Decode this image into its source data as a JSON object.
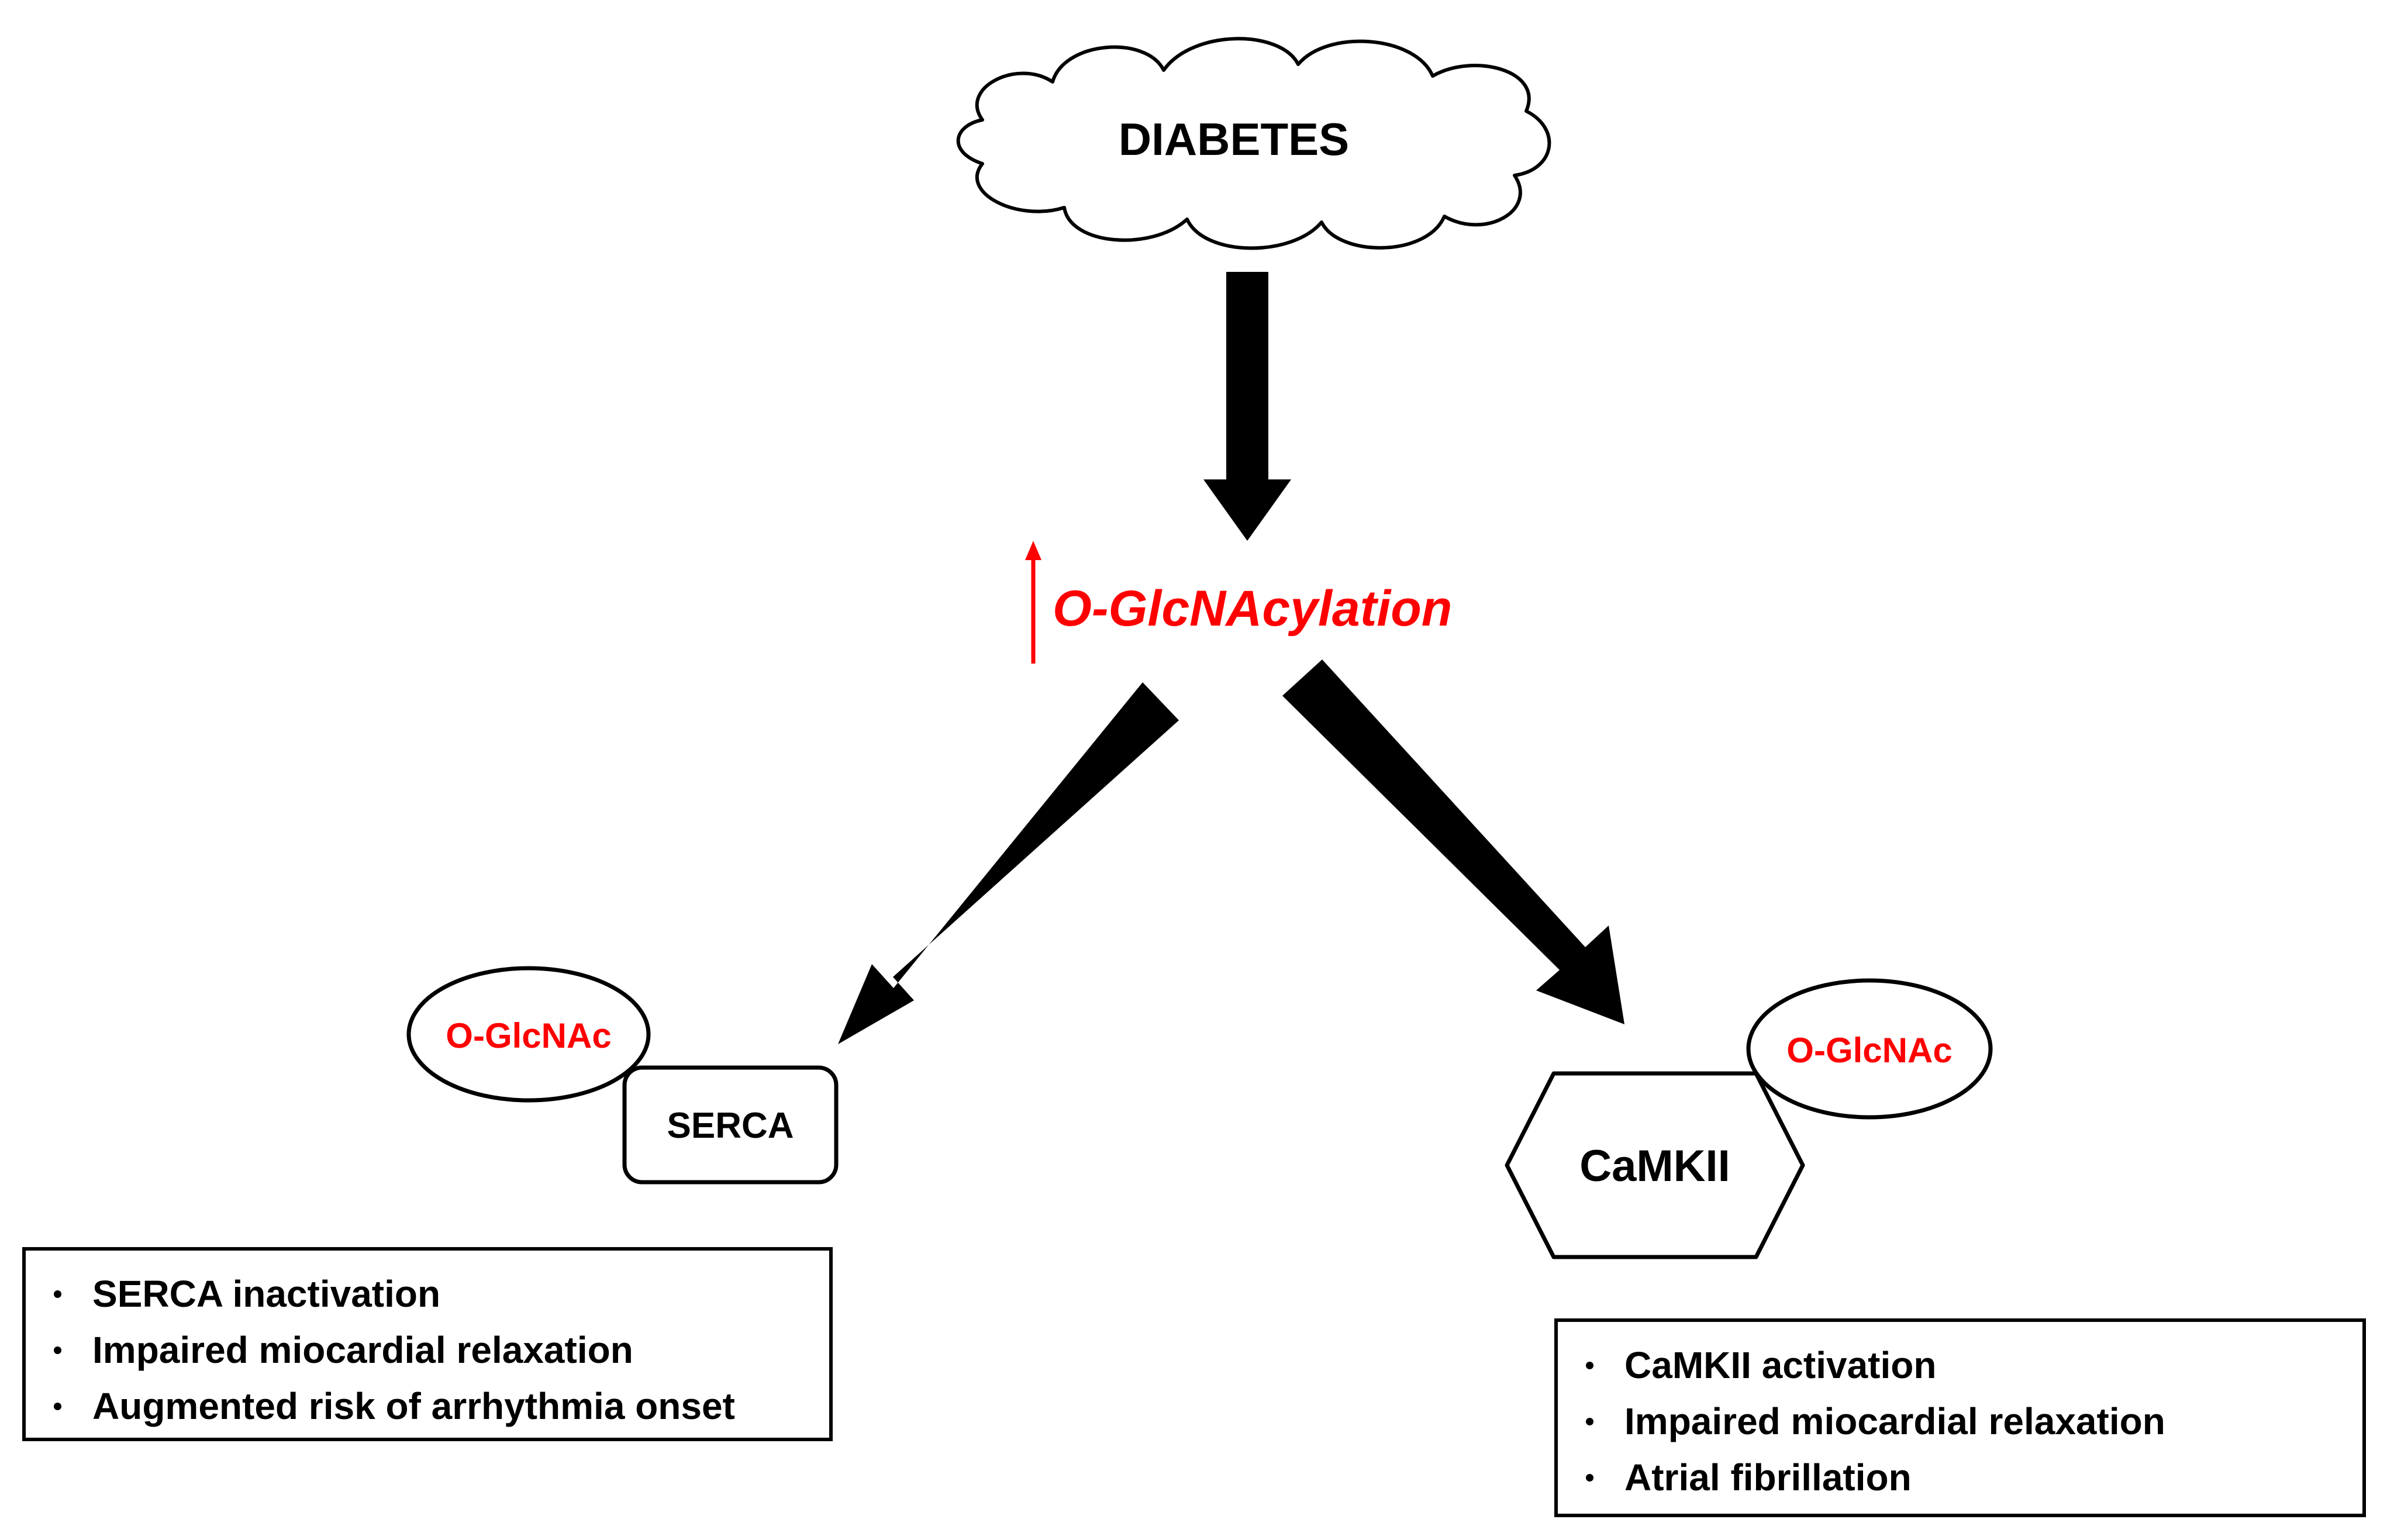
{
  "colors": {
    "accent_red": "#ff0000",
    "ink": "#000000",
    "paper": "#ffffff"
  },
  "diabetes": {
    "label": "DIABETES"
  },
  "central": {
    "label": "O-GlcNAcylation",
    "indicator_icon": "up-arrow-icon"
  },
  "left": {
    "tag": "O-GlcNAc",
    "target": "SERCA",
    "effects": [
      "SERCA inactivation",
      "Impaired miocardial relaxation",
      "Augmented risk of arrhythmia onset"
    ]
  },
  "right": {
    "tag": "O-GlcNAc",
    "target": "CaMKII",
    "effects": [
      "CaMKII activation",
      "Impaired miocardial relaxation",
      "Atrial fibrillation"
    ]
  }
}
